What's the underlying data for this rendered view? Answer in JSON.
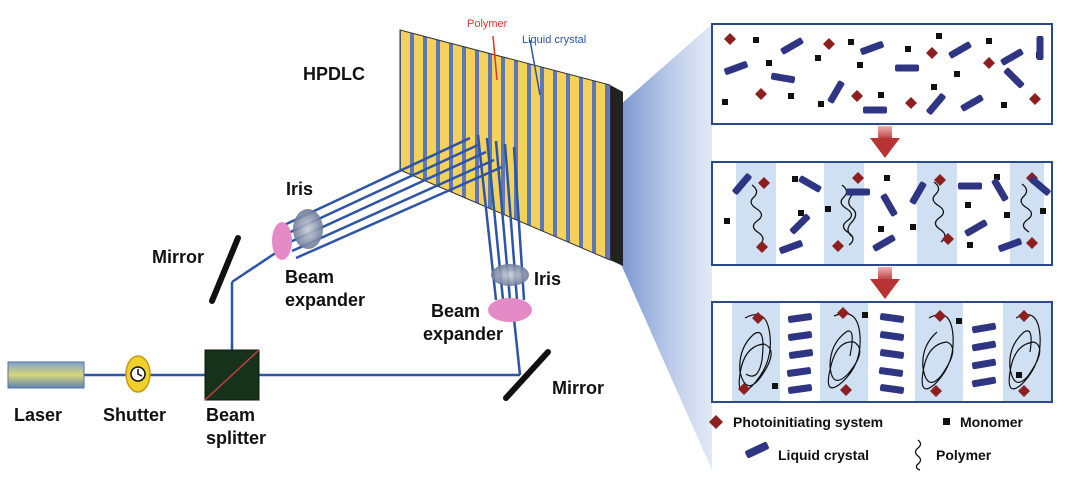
{
  "labels": {
    "hpdlc": "HPDLC",
    "polymer_top": "Polymer",
    "liquid_crystal_top": "Liquid crystal",
    "iris_left": "Iris",
    "iris_right": "Iris",
    "mirror_left": "Mirror",
    "mirror_right": "Mirror",
    "beam_expander_left_1": "Beam",
    "beam_expander_left_2": "expander",
    "beam_expander_right_1": "Beam",
    "beam_expander_right_2": "expander",
    "laser": "Laser",
    "shutter": "Shutter",
    "beam_splitter_1": "Beam",
    "beam_splitter_2": "splitter"
  },
  "legend": {
    "photoinitiating": "Photoinitiating system",
    "monomer": "Monomer",
    "liquid_crystal": "Liquid crystal",
    "polymer": "Polymer"
  },
  "colors": {
    "beam": "#2c55a8",
    "lc": "#2e3583",
    "photoinitiator": "#8e1f1f",
    "polymer_red": "#e0352e",
    "lc_blue": "#2a55a5",
    "lens_pink": "#e48ac6",
    "panel_band": "#cfe0f2",
    "grating_yellow": "#f2cf5a"
  }
}
